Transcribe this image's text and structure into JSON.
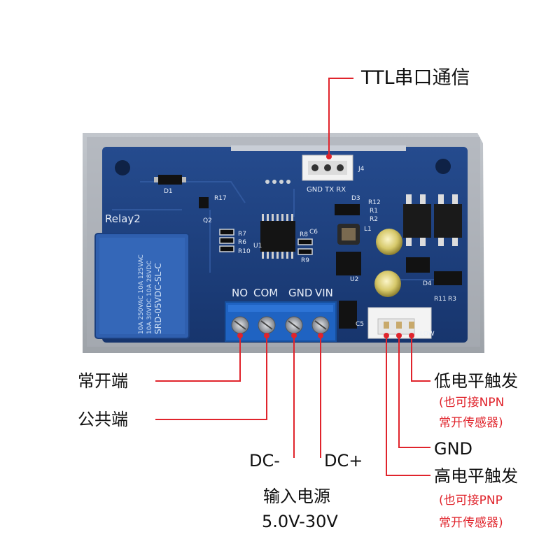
{
  "labels": {
    "ttl": "TTL串口通信",
    "normally_open": "常开端",
    "common": "公共端",
    "dc_minus": "DC-",
    "dc_plus": "DC+",
    "power_in_title": "输入电源",
    "power_in_range": "5.0V-30V",
    "low_trigger": "低电平触发",
    "low_trigger_note_1": "(也可接NPN",
    "low_trigger_note_2": "常开传感器)",
    "gnd": "GND",
    "high_trigger": "高电平触发",
    "high_trigger_note_1": "(也可接PNP",
    "high_trigger_note_2": "常开传感器)"
  },
  "board_silkscreen": {
    "relay": "Relay2",
    "terminals": [
      "NO",
      "COM",
      "GND",
      "VIN"
    ],
    "header_pins": "GND TX RX",
    "header_ref": "J4",
    "relay_model": "SRD-05VDC-SL-C",
    "relay_rating_1": "10A 250VAC  10A 125VAC",
    "relay_rating_2": "10A 30VDC   10A 28VDC",
    "refs": [
      "D1",
      "R17",
      "Q2",
      "D3",
      "R12",
      "R1",
      "R2",
      "L1",
      "R7",
      "R6",
      "R10",
      "U1",
      "R8",
      "R9",
      "C6",
      "U2",
      "C5",
      "D4",
      "R11",
      "R3",
      "LOW"
    ]
  },
  "colors": {
    "pcb": "#1d3f80",
    "red_text": "#e0242c",
    "leader_line": "#e0242c",
    "terminal_block": "#1f63c2",
    "relay": "#2f5fae"
  }
}
